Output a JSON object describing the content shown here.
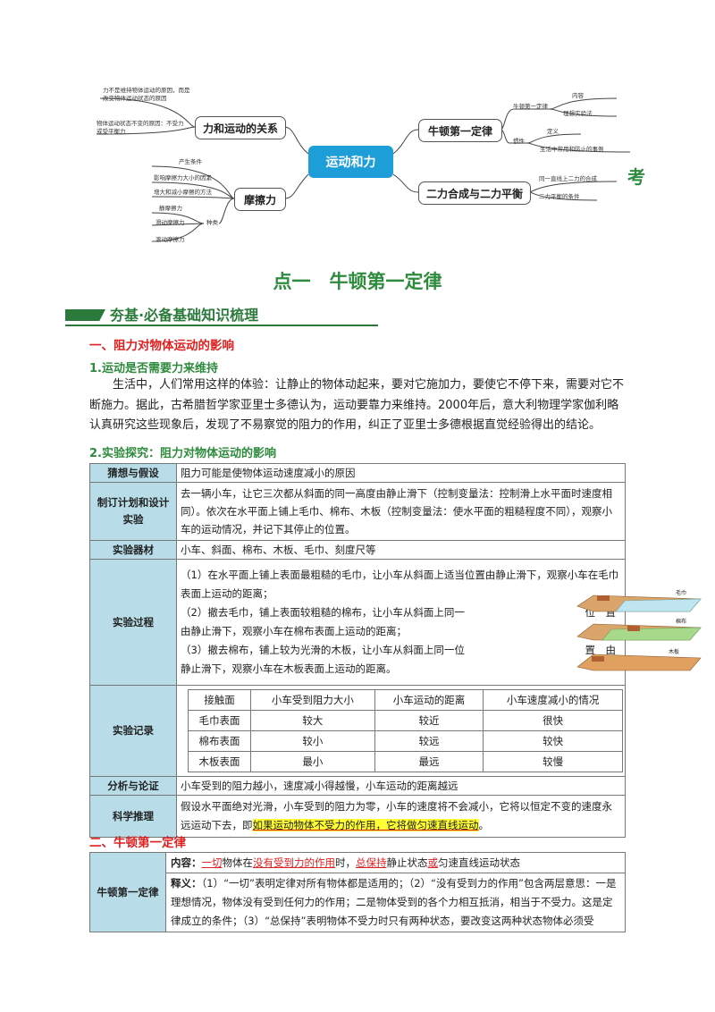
{
  "mindmap": {
    "center": "运动和力",
    "branches": {
      "force_motion": {
        "label": "力和运动的关系",
        "leaves": [
          "力不是维持物体运动的原因，而是改变物体运动状态的原因",
          "物体运动状态不变的原因：不受力或受平衡力"
        ]
      },
      "friction": {
        "label": "摩擦力",
        "leaves": [
          "产生条件",
          "影响摩擦力大小的因素",
          "增大和减小摩擦的方法",
          "静摩擦力",
          "滑动摩擦力",
          "滚动摩擦力"
        ],
        "kinds_label": "种类"
      },
      "newton": {
        "label": "牛顿第一定律",
        "sub": [
          "牛顿第一定律",
          "惯性"
        ],
        "leaves": [
          "内容",
          "理想实验法",
          "定义",
          "生活中常用和防止的事例"
        ]
      },
      "balance": {
        "label": "二力合成与二力平衡",
        "leaves": [
          "同一直线上二力的合成",
          "二力平衡的条件"
        ]
      }
    },
    "corner_char": "考"
  },
  "section_title": "点一　牛顿第一定律",
  "banner": "夯基·必备基础知识梳理",
  "part1": {
    "heading": "一、阻力对物体运动的影响",
    "sub1": "1.运动是否需要力来维持",
    "para": "生活中，人们常用这样的体验：让静止的物体动起来，要对它施加力，要使它不停下来，需要对它不断施力。据此，古希腊哲学家亚里士多德认为，运动要靠力来维持。2000年后，意大利物理学家伽利略认真研究这些现象后，发现了不易察觉的阻力的作用，纠正了亚里士多德根据直觉经验得出的结论。",
    "sub2": "2.实验探究：阻力对物体运动的影响"
  },
  "table": {
    "rows": {
      "guess": {
        "label": "猜想与假设",
        "text": "阻力可能是使物体运动速度减小的原因"
      },
      "plan": {
        "label": "制订计划和设计实验",
        "text": "去一辆小车，让它三次都从斜面的同一高度由静止滑下（控制变量法：控制滑上水平面时速度相同）。依次在水平面上铺上毛巾、棉布、木板（控制变量法：使水平面的粗糙程度不同），观察小车的运动情况，并记下其停止的位置。"
      },
      "materials": {
        "label": "实验器材",
        "text": "小车、斜面、棉布、木板、毛巾、刻度尺等"
      },
      "process": {
        "label": "实验过程",
        "p1": "（1）在水平面上铺上表面最粗糙的毛巾，让小车从斜面上适当位置由静止滑下，观察小车在毛巾表面上运动的距离；",
        "p2a": "（2）撤去毛巾，铺上表面较粗糙的棉布，让小车从斜面上同一",
        "p2b": "位　置",
        "p2c": "由静止滑下，观察小车在棉布表面上运动的距离；",
        "p3a": "（3）撤去棉布，铺上较为光滑的木板，让小车从斜面上同一位",
        "p3b": "置　由",
        "p3c": "静止滑下，观察小车在木板表面上运动的距离。",
        "img_labels": [
          "毛巾",
          "棉布",
          "木板"
        ]
      },
      "record": {
        "label": "实验记录",
        "headers": [
          "接触面",
          "小车受到阻力大小",
          "小车运动的距离",
          "小车速度减小的情况"
        ],
        "rows": [
          [
            "毛巾表面",
            "较大",
            "较近",
            "很快"
          ],
          [
            "棉布表面",
            "较小",
            "较远",
            "较快"
          ],
          [
            "木板表面",
            "最小",
            "最远",
            "较慢"
          ]
        ]
      },
      "analysis": {
        "label": "分析与论证",
        "text": "小车受到的阻力越小，速度减小得越慢，小车运动的距离越远"
      },
      "inference": {
        "label": "科学推理",
        "text_a": "假设水平面绝对光滑，小车受到的阻力为零，小车的速度将不会减小，它将以恒定不变的速度永远运动下去，即",
        "text_hl": "如果运动物体不受力的作用，它将做匀速直线运动",
        "text_b": "。"
      }
    }
  },
  "part2": {
    "heading": "二、牛顿第一定律",
    "label": "牛顿第一定律",
    "content": {
      "k": "内容：",
      "a": "一切",
      "b": "物体在",
      "c": "没有受到力的作用",
      "d": "时，",
      "e": "总保持",
      "f": "静止状态",
      "g": "或",
      "h": "匀速直线运动状态"
    },
    "explain": {
      "k": "释义：",
      "text": "（1）“一切”表明定律对所有物体都是适用的；（2）“没有受到力的作用”包含两层意思：一是理想情况，物体没有受到任何力的作用；二是物体受到的各个力相互抵消，相当于不受力。这是定律成立的条件；（3）“总保持”表明物体不受力时只有两种状态，要改变这两种状态物体必须受"
    }
  }
}
